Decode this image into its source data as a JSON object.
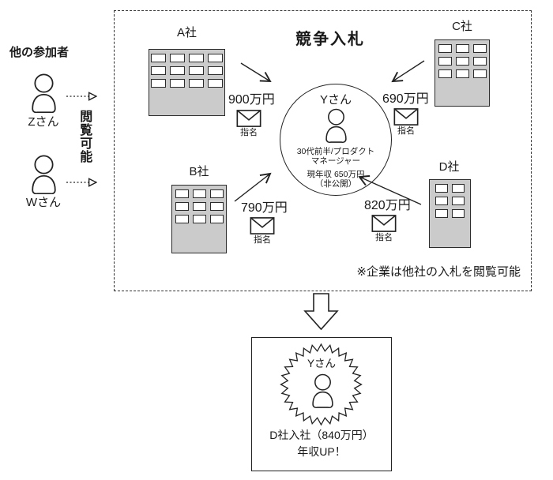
{
  "left_panel": {
    "heading": "他の参加者",
    "viewers": [
      {
        "name": "Zさん"
      },
      {
        "name": "Wさん"
      }
    ],
    "view_label": "閲覧可能"
  },
  "auction": {
    "title": "競争入札",
    "note": "※企業は他社の入札を閲覧可能",
    "candidate": {
      "name": "Yさん",
      "profile_line1": "30代前半/プロダクト",
      "profile_line2": "マネージャー",
      "salary_line1": "現年収 650万円",
      "salary_line2": "（非公開）"
    },
    "companies": [
      {
        "name": "A社",
        "bid": "900万円",
        "bid_label": "指名"
      },
      {
        "name": "B社",
        "bid": "790万円",
        "bid_label": "指名"
      },
      {
        "name": "C社",
        "bid": "690万円",
        "bid_label": "指名"
      },
      {
        "name": "D社",
        "bid": "820万円",
        "bid_label": "指名"
      }
    ]
  },
  "result": {
    "name": "Yさん",
    "line1": "D社入社（840万円）",
    "line2": "年収UP！"
  },
  "icons": {
    "person": "person-icon",
    "envelope": "envelope-icon",
    "building": "building-icon",
    "starburst": "starburst-icon",
    "down_arrow": "down-arrow-icon"
  },
  "colors": {
    "building_fill": "#cbcbcb",
    "line": "#222222",
    "background": "#ffffff"
  }
}
